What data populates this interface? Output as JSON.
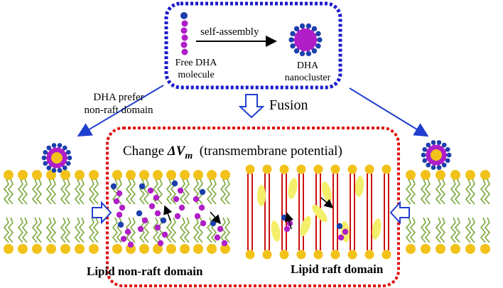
{
  "top_box": {
    "arrow_label": "self-assembly",
    "free_label_line1": "Free DHA",
    "free_label_line2": "molecule",
    "cluster_label_line1": "DHA",
    "cluster_label_line2": "nanocluster"
  },
  "left_note": {
    "line1": "DHA prefer",
    "line2": "non-raft domain"
  },
  "fusion_label": "Fusion",
  "center_box": {
    "title_prefix": "Change ",
    "title_symbol": "ΔV",
    "title_subscript": "m",
    "title_suffix": "  (transmembrane potential)"
  },
  "bottom_labels": {
    "non_raft": "Lipid non-raft domain",
    "raft": "Lipid raft domain"
  },
  "colors": {
    "blue_box": "#1a1acc",
    "red_box": "#e01010",
    "arrow_blue": "#1f3fd0",
    "head_gold": "#f2c21a",
    "tail_green": "#7aa83a",
    "dha_purple": "#b01ec8",
    "dha_blue": "#1c3fae",
    "raft_red": "#cc1111",
    "cholesterol": "#f4ef6a"
  }
}
